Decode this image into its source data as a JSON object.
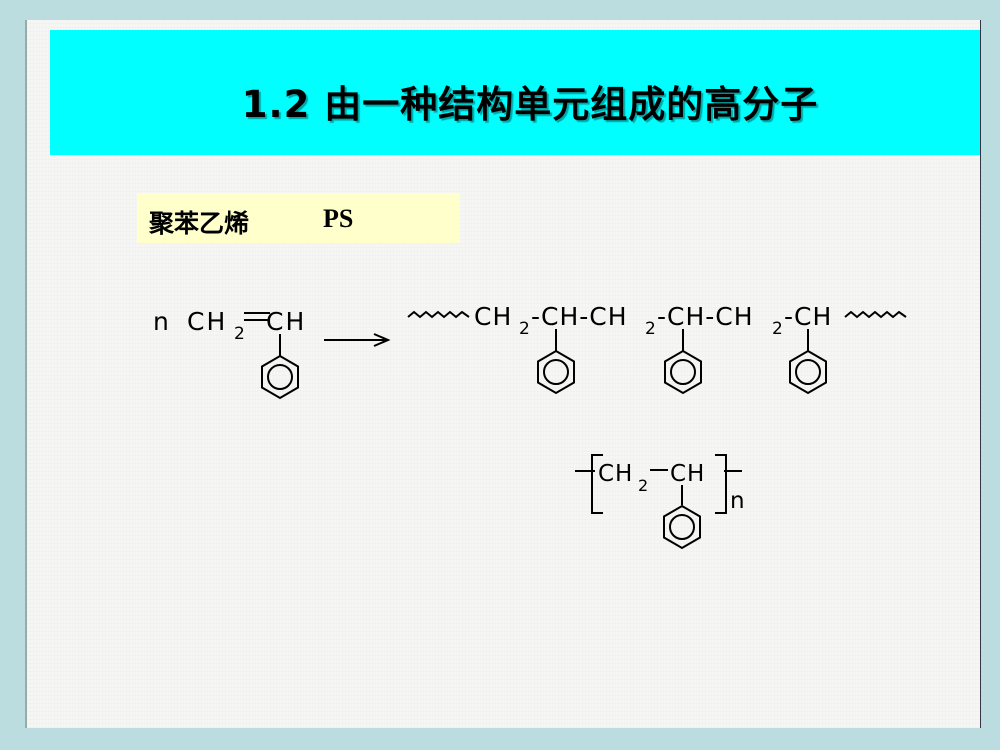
{
  "slide": {
    "title": "1.2  由一种结构单元组成的高分子",
    "label": {
      "chinese_name": "聚苯乙烯",
      "abbreviation": "PS"
    },
    "colors": {
      "background": "#bcdde0",
      "banner": "#00ffff",
      "label_box": "#ffffcc",
      "paper": "#f6f6f4"
    }
  },
  "reaction": {
    "monomer": {
      "coefficient": "n",
      "left_group": "CH",
      "left_subscript": "2",
      "right_group": "CH",
      "bond": "double",
      "substituent": "phenyl-ring-icon"
    },
    "arrow": "reaction-arrow",
    "polymer_chain": {
      "wavy_ends": true,
      "segments": [
        {
          "text": "CH",
          "sub": "2",
          "sep": "-"
        },
        {
          "text": "CH",
          "sub": "",
          "sep": "-",
          "substituent": "phenyl"
        },
        {
          "text": "CH",
          "sub": "2",
          "sep": "-"
        },
        {
          "text": "CH",
          "sub": "",
          "sep": "-",
          "substituent": "phenyl"
        },
        {
          "text": "CH",
          "sub": "2",
          "sep": "-"
        },
        {
          "text": "CH",
          "sub": "",
          "sep": "",
          "substituent": "phenyl"
        }
      ]
    },
    "repeat_unit": {
      "left_group": "CH",
      "left_subscript": "2",
      "right_group": "CH",
      "substituent": "phenyl",
      "repeat_symbol": "n"
    }
  }
}
